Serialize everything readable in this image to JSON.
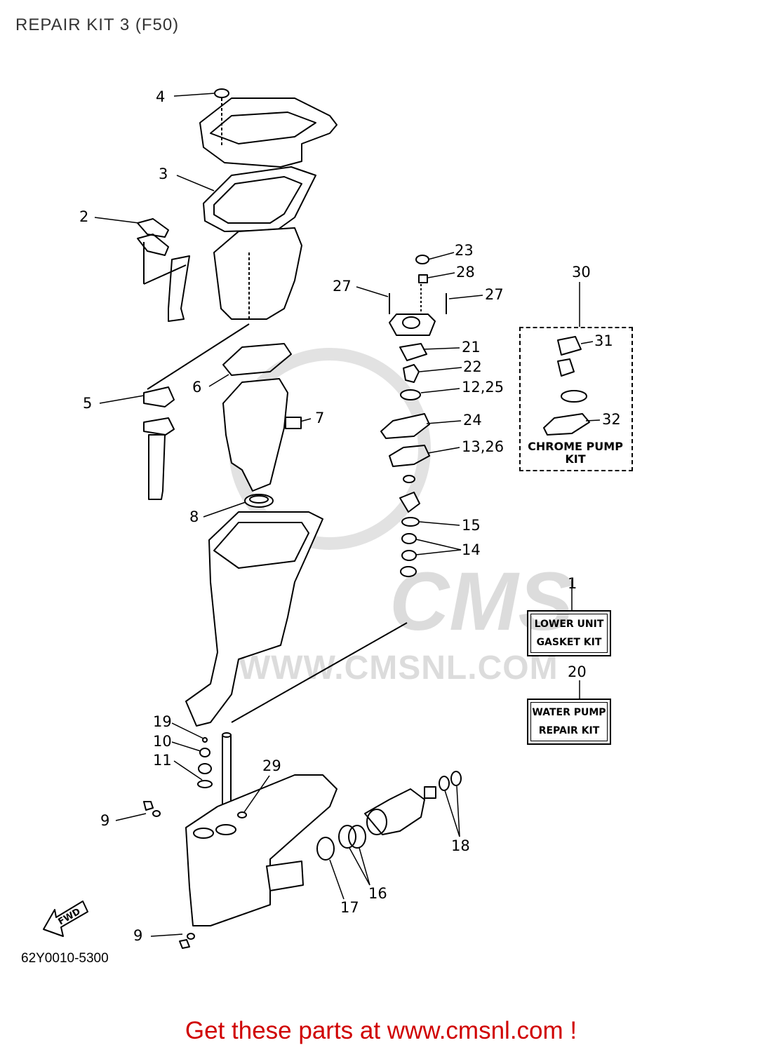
{
  "header": {
    "title": "REPAIR KIT 3 (F50)"
  },
  "diagram": {
    "part_code": "62Y0010-5300",
    "fwd_label": "FWD",
    "watermark": {
      "logo": "CMS",
      "url": "WWW.CMSNL.COM"
    },
    "kits": {
      "lower_unit": {
        "number": "1",
        "line1": "LOWER UNIT",
        "line2": "GASKET KIT"
      },
      "water_pump": {
        "number": "20",
        "line1": "WATER PUMP",
        "line2": "REPAIR KIT"
      },
      "chrome_pump": {
        "number": "30",
        "line1": "CHROME PUMP",
        "line2": "KIT"
      }
    },
    "callouts": [
      {
        "id": "c4",
        "label": "4"
      },
      {
        "id": "c3",
        "label": "3"
      },
      {
        "id": "c2",
        "label": "2"
      },
      {
        "id": "c23",
        "label": "23"
      },
      {
        "id": "c28",
        "label": "28"
      },
      {
        "id": "c27a",
        "label": "27"
      },
      {
        "id": "c27b",
        "label": "27"
      },
      {
        "id": "c21",
        "label": "21"
      },
      {
        "id": "c22",
        "label": "22"
      },
      {
        "id": "c1225",
        "label": "12,25"
      },
      {
        "id": "c24",
        "label": "24"
      },
      {
        "id": "c1326",
        "label": "13,26"
      },
      {
        "id": "c15",
        "label": "15"
      },
      {
        "id": "c14",
        "label": "14"
      },
      {
        "id": "c31",
        "label": "31"
      },
      {
        "id": "c32",
        "label": "32"
      },
      {
        "id": "c5",
        "label": "5"
      },
      {
        "id": "c6",
        "label": "6"
      },
      {
        "id": "c7",
        "label": "7"
      },
      {
        "id": "c8",
        "label": "8"
      },
      {
        "id": "c19",
        "label": "19"
      },
      {
        "id": "c10",
        "label": "10"
      },
      {
        "id": "c11",
        "label": "11"
      },
      {
        "id": "c29",
        "label": "29"
      },
      {
        "id": "c9a",
        "label": "9"
      },
      {
        "id": "c18",
        "label": "18"
      },
      {
        "id": "c16",
        "label": "16"
      },
      {
        "id": "c17",
        "label": "17"
      },
      {
        "id": "c9b",
        "label": "9"
      }
    ]
  },
  "footer": {
    "promo": "Get these parts at www.cmsnl.com !"
  }
}
